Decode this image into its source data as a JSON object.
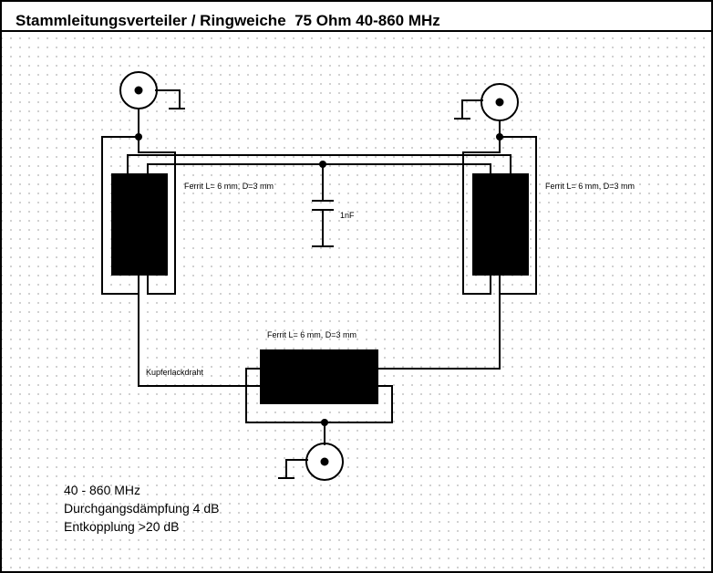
{
  "title": "Stammleitungsverteiler / Ringweiche  75 Ohm 40-860 MHz",
  "labels": {
    "ferrite_left": "Ferrit L= 6 mm, D=3 mm",
    "ferrite_right": "Ferrit L= 6 mm, D=3 mm",
    "ferrite_bottom": "Ferrit L= 6 mm, D=3 mm",
    "capacitor": "1nF",
    "wire": "Kupferlackdraht"
  },
  "specs": [
    "40 - 860 MHz",
    "Durchgangsdämpfung 4 dB",
    "Entkopplung >20 dB"
  ],
  "colors": {
    "ink": "#000000",
    "background": "#ffffff",
    "grid_dot": "#a8a8a8"
  }
}
